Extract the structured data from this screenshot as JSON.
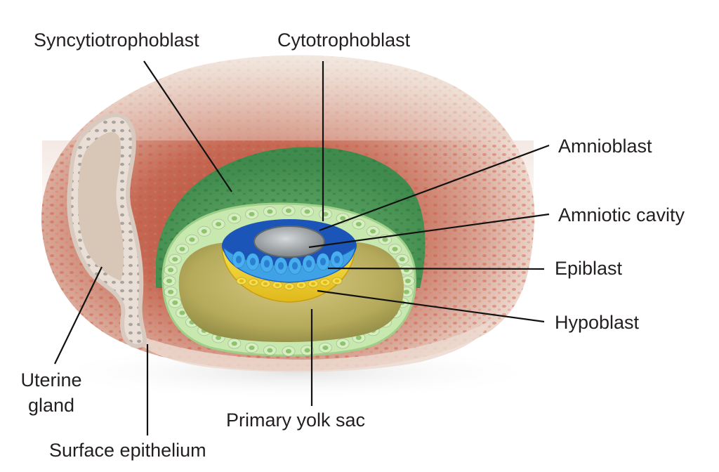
{
  "diagram": {
    "subject": "Implanting blastocyst embedded in endometrium (cross-section)",
    "colors": {
      "endometrium_outer": "#eadccf",
      "endometrium_red": "#c8563f",
      "syncytiotrophoblast": "#4f9a5a",
      "cytotrophoblast": "#bfe3a8",
      "amnioblast": "#1f63c9",
      "epiblast": "#3fa2e6",
      "amniotic_cavity": "#a9adb0",
      "hypoblast": "#f0d12a",
      "primary_yolk_sac": "#c6b866",
      "uterine_gland": "#e2d6cc",
      "label_text": "#231f20",
      "leader_line": "#111111"
    },
    "labels": [
      {
        "id": "syncytiotrophoblast",
        "text": "Syncytiotrophoblast"
      },
      {
        "id": "cytotrophoblast",
        "text": "Cytotrophoblast"
      },
      {
        "id": "amnioblast",
        "text": "Amnioblast"
      },
      {
        "id": "amniotic-cavity",
        "text": "Amniotic cavity"
      },
      {
        "id": "epiblast",
        "text": "Epiblast"
      },
      {
        "id": "hypoblast",
        "text": "Hypoblast"
      },
      {
        "id": "uterine-gland-line1",
        "text": "Uterine"
      },
      {
        "id": "uterine-gland-line2",
        "text": "gland"
      },
      {
        "id": "primary-yolk-sac",
        "text": "Primary yolk sac"
      },
      {
        "id": "surface-epithelium",
        "text": "Surface epithelium"
      }
    ]
  }
}
